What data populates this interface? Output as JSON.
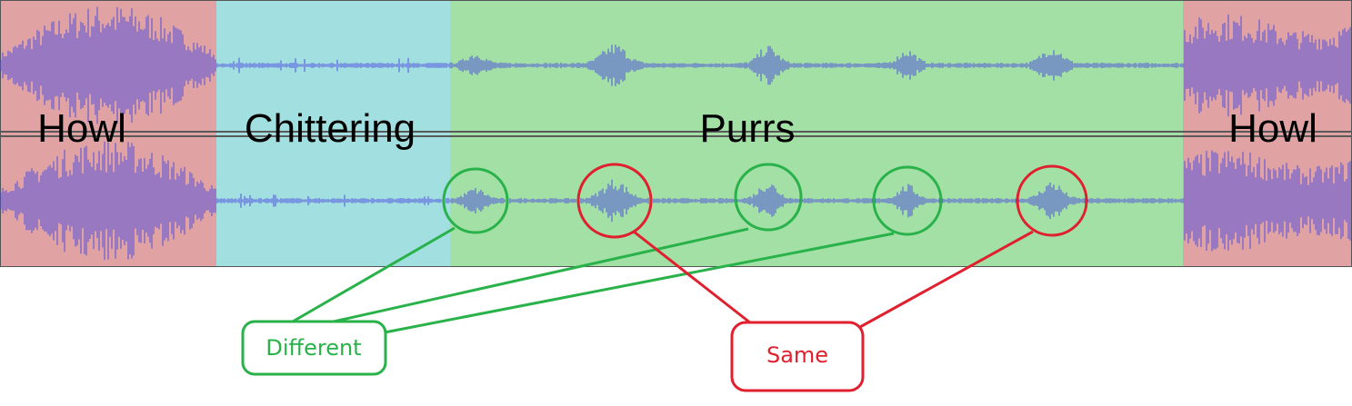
{
  "segments": [
    {
      "label": "Howl",
      "color": "#e0a2a2"
    },
    {
      "label": "Chittering",
      "color": "#a2dfe0"
    },
    {
      "label": "Purrs",
      "color": "#a2e0a6"
    },
    {
      "label": "Howl",
      "color": "#e0a2a2"
    }
  ],
  "waveform": {
    "color": "#4f4fdf",
    "tracks": 2
  },
  "callouts": {
    "different": {
      "label": "Different",
      "color": "#2ab24a",
      "marks": 3
    },
    "same": {
      "label": "Same",
      "color": "#e0202e",
      "marks": 2
    }
  }
}
